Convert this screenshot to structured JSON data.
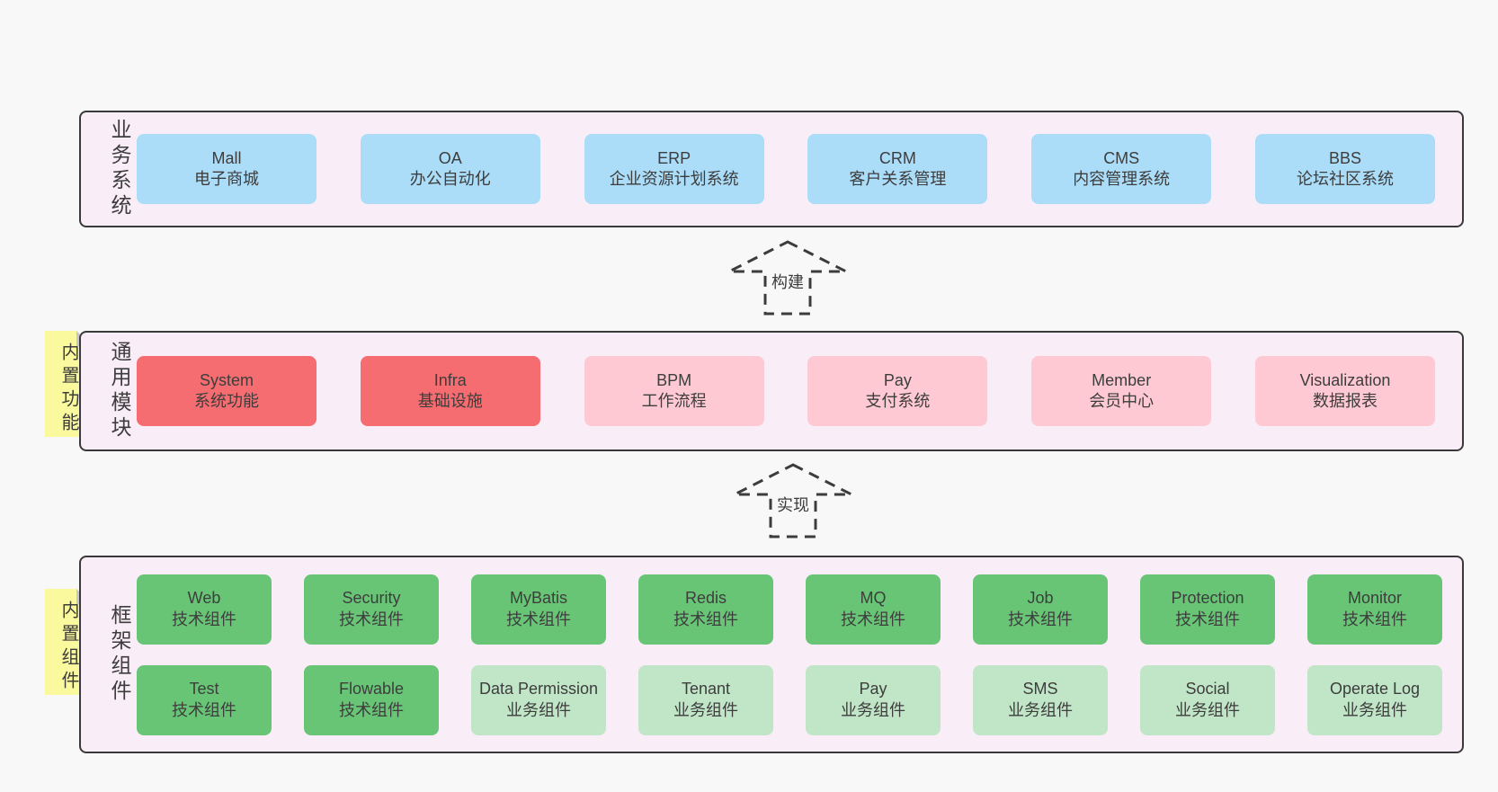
{
  "colors": {
    "page_bg": "#f8f8f8",
    "band_bg": "#f9edf7",
    "band_border": "#3a3a3a",
    "text": "#3d3d3d",
    "box_blue": "#abdcf8",
    "box_red": "#f56d70",
    "box_pink": "#fec9d2",
    "box_green": "#68c576",
    "box_green_light": "#c1e6c7",
    "sticky_yellow": "#fbf99d",
    "sticky_fold": "#c8c8c8",
    "arrow": "#3c3c3c"
  },
  "business": {
    "title": "业务系统",
    "items": [
      {
        "en": "Mall",
        "zh": "电子商城"
      },
      {
        "en": "OA",
        "zh": "办公自动化"
      },
      {
        "en": "ERP",
        "zh": "企业资源计划系统"
      },
      {
        "en": "CRM",
        "zh": "客户关系管理"
      },
      {
        "en": "CMS",
        "zh": "内容管理系统"
      },
      {
        "en": "BBS",
        "zh": "论坛社区系统"
      }
    ]
  },
  "build_arrow": {
    "label": "构建"
  },
  "common": {
    "sticky": "内置功能",
    "title": "通用模块",
    "items": [
      {
        "en": "System",
        "zh": "系统功能"
      },
      {
        "en": "Infra",
        "zh": "基础设施"
      },
      {
        "en": "BPM",
        "zh": "工作流程"
      },
      {
        "en": "Pay",
        "zh": "支付系统"
      },
      {
        "en": "Member",
        "zh": "会员中心"
      },
      {
        "en": "Visualization",
        "zh": "数据报表"
      }
    ]
  },
  "implement_arrow": {
    "label": "实现"
  },
  "framework": {
    "sticky": "内置组件",
    "title": "框架组件",
    "row1": [
      {
        "en": "Web",
        "zh": "技术组件"
      },
      {
        "en": "Security",
        "zh": "技术组件"
      },
      {
        "en": "MyBatis",
        "zh": "技术组件"
      },
      {
        "en": "Redis",
        "zh": "技术组件"
      },
      {
        "en": "MQ",
        "zh": "技术组件"
      },
      {
        "en": "Job",
        "zh": "技术组件"
      },
      {
        "en": "Protection",
        "zh": "技术组件"
      },
      {
        "en": "Monitor",
        "zh": "技术组件"
      }
    ],
    "row2": [
      {
        "en": "Test",
        "zh": "技术组件"
      },
      {
        "en": "Flowable",
        "zh": "技术组件"
      },
      {
        "en": "Data Permission",
        "zh": "业务组件"
      },
      {
        "en": "Tenant",
        "zh": "业务组件"
      },
      {
        "en": "Pay",
        "zh": "业务组件"
      },
      {
        "en": "SMS",
        "zh": "业务组件"
      },
      {
        "en": "Social",
        "zh": "业务组件"
      },
      {
        "en": "Operate Log",
        "zh": "业务组件"
      }
    ]
  }
}
